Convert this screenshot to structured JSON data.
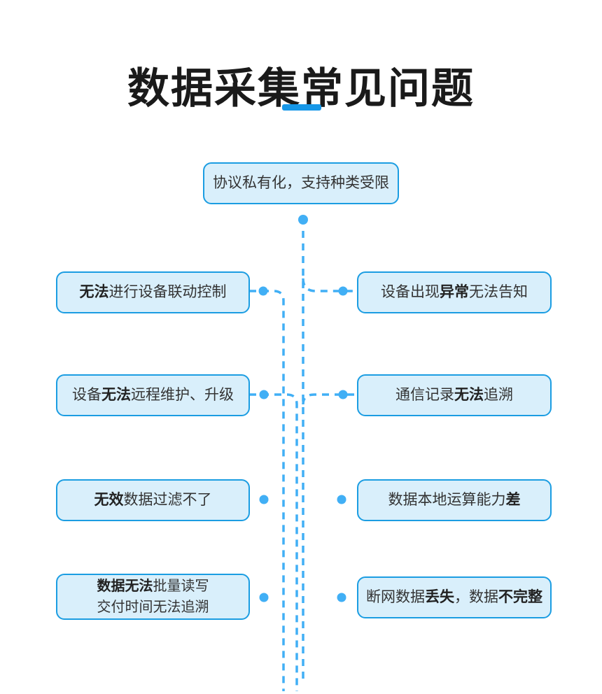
{
  "page": {
    "title": "数据采集常见问题"
  },
  "colors": {
    "accent": "#1697e8",
    "box_fill": "#d9effb",
    "box_border": "#1b9de2",
    "connector": "#41aff5",
    "title": "#1a1a1a",
    "text": "#333333"
  },
  "nodes": {
    "root": {
      "lines": [
        [
          {
            "t": "协议私有化，支持种类受限",
            "b": false
          }
        ]
      ]
    },
    "left1": {
      "lines": [
        [
          {
            "t": "无法",
            "b": true
          },
          {
            "t": "进行设备联动控制",
            "b": false
          }
        ]
      ]
    },
    "right1": {
      "lines": [
        [
          {
            "t": "设备出现",
            "b": false
          },
          {
            "t": "异常",
            "b": true
          },
          {
            "t": "无法告知",
            "b": false
          }
        ]
      ]
    },
    "left2": {
      "lines": [
        [
          {
            "t": "设备",
            "b": false
          },
          {
            "t": "无法",
            "b": true
          },
          {
            "t": "远程维护、升级",
            "b": false
          }
        ]
      ]
    },
    "right2": {
      "lines": [
        [
          {
            "t": "通信记录",
            "b": false
          },
          {
            "t": "无法",
            "b": true
          },
          {
            "t": "追溯",
            "b": false
          }
        ]
      ]
    },
    "left3": {
      "lines": [
        [
          {
            "t": "无效",
            "b": true
          },
          {
            "t": "数据过滤不了",
            "b": false
          }
        ]
      ]
    },
    "right3": {
      "lines": [
        [
          {
            "t": "数据本地运算能力",
            "b": false
          },
          {
            "t": "差",
            "b": true
          }
        ]
      ]
    },
    "left4": {
      "lines": [
        [
          {
            "t": "数据无法",
            "b": true
          },
          {
            "t": "批量读写",
            "b": false
          }
        ],
        [
          {
            "t": "交付时间无法追溯",
            "b": false
          }
        ]
      ]
    },
    "right4": {
      "lines": [
        [
          {
            "t": "断网数据",
            "b": false
          },
          {
            "t": "丢失",
            "b": true
          },
          {
            "t": "，数据",
            "b": false
          },
          {
            "t": "不完整",
            "b": true
          }
        ]
      ]
    }
  }
}
